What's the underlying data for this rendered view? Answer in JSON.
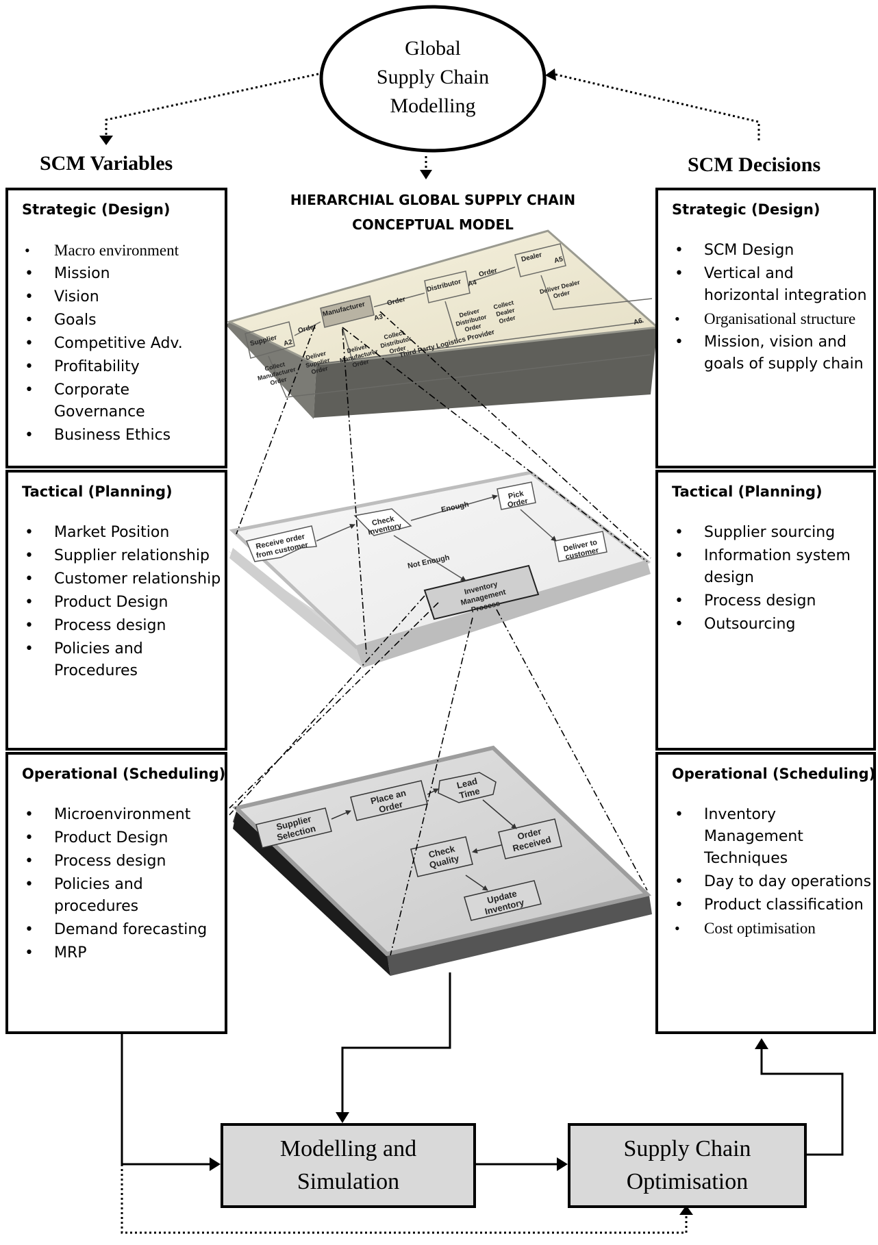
{
  "top_ellipse": {
    "lines": [
      "Global",
      "Supply Chain",
      "Modelling"
    ]
  },
  "left_header": "SCM Variables",
  "right_header": "SCM Decisions",
  "center_title": {
    "line1": "HIERARCHIAL GLOBAL SUPPLY CHAIN",
    "line2": "CONCEPTUAL MODEL"
  },
  "scm_variables": {
    "strategic": {
      "heading": "Strategic (Design)",
      "items": [
        "Macro environment",
        "Mission",
        "Vision",
        "Goals",
        "Competitive Adv.",
        "Profitability",
        "Corporate Governance",
        "Business Ethics"
      ]
    },
    "tactical": {
      "heading": "Tactical (Planning)",
      "items": [
        "Market Position",
        "Supplier relationship",
        "Customer relationship",
        "Product Design",
        "Process design",
        "Policies and Procedures"
      ]
    },
    "operational": {
      "heading": "Operational (Scheduling)",
      "items": [
        "Microenvironment",
        "Product Design",
        "Process design",
        "Policies and procedures",
        "Demand forecasting",
        "MRP"
      ]
    }
  },
  "scm_decisions": {
    "strategic": {
      "heading": "Strategic (Design)",
      "items": [
        "SCM Design",
        "Vertical and horizontal integration",
        "Organisational structure",
        "Mission, vision and goals of supply chain"
      ]
    },
    "tactical": {
      "heading": "Tactical (Planning)",
      "items": [
        "Supplier sourcing",
        "Information system design",
        "Process design",
        "Outsourcing"
      ]
    },
    "operational": {
      "heading": "Operational (Scheduling)",
      "items": [
        "Inventory Management Techniques",
        "Day to day operations",
        "Product classification",
        "Cost optimisation"
      ]
    }
  },
  "platform_top": {
    "boxes": {
      "supplier": "Supplier",
      "manufacturer": "Manufacturer",
      "distributor": "Distributor",
      "dealer": "Dealer",
      "a2": "A2",
      "a3": "A3",
      "a4": "A4",
      "a5": "A5",
      "a6": "A6"
    },
    "labels": {
      "order1": "Order",
      "order2": "Order",
      "order3": "Order",
      "collect_manufacturer_order": [
        "Collect",
        "Manufacturer",
        "Order"
      ],
      "deliver_supplier_order": [
        "Deliver",
        "Supplier",
        "Order"
      ],
      "deliver_manufacturer_order": [
        "Deliver",
        "Manufacturer",
        "Order"
      ],
      "collect_distributor_order": [
        "Collect",
        "Distributor",
        "Order"
      ],
      "deliver_distributor_order": [
        "Deliver",
        "Distributor",
        "Order"
      ],
      "collect_dealer_order": [
        "Collect",
        "Dealer",
        "Order"
      ],
      "deliver_dealer_order": [
        "Deliver Dealer",
        "Order"
      ],
      "third_party": "Third Party Logistics Provider"
    }
  },
  "platform_mid": {
    "receive_order": [
      "Receive order",
      "from customer"
    ],
    "check_inventory": [
      "Check",
      "Inventory"
    ],
    "enough": "Enough",
    "not_enough": "Not Enough",
    "pick_order": [
      "Pick",
      "Order"
    ],
    "deliver_to_customer": [
      "Deliver to",
      "customer"
    ],
    "inventory_process": [
      "Inventory",
      "Management",
      "Process"
    ]
  },
  "platform_bot": {
    "supplier_selection": [
      "Supplier",
      "Selection"
    ],
    "place_order": [
      "Place an",
      "Order"
    ],
    "lead_time": [
      "Lead",
      "Time"
    ],
    "order_received": [
      "Order",
      "Received"
    ],
    "check_quality": [
      "Check",
      "Quality"
    ],
    "update_inventory": [
      "Update",
      "Inventory"
    ]
  },
  "bottom": {
    "modelling": [
      "Modelling and",
      "Simulation"
    ],
    "optimisation": [
      "Supply Chain",
      "Optimisation"
    ]
  },
  "colors": {
    "box_fill": "#d9d9d9",
    "line": "#000000"
  }
}
